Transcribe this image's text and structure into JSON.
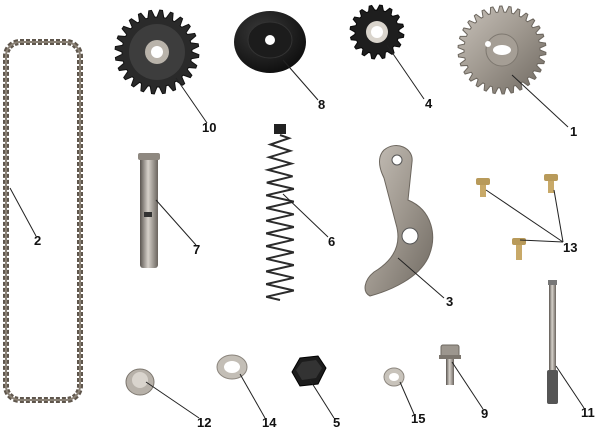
{
  "callouts": [
    {
      "id": "1",
      "part": "cam-sprocket"
    },
    {
      "id": "2",
      "part": "timing-chain"
    },
    {
      "id": "3",
      "part": "chain-tensioner-arm"
    },
    {
      "id": "4",
      "part": "small-guide-roller"
    },
    {
      "id": "5",
      "part": "hex-cap-nut"
    },
    {
      "id": "6",
      "part": "tensioner-spring"
    },
    {
      "id": "7",
      "part": "tensioner-pivot-pin"
    },
    {
      "id": "8",
      "part": "guide-roller"
    },
    {
      "id": "9",
      "part": "flange-bolt"
    },
    {
      "id": "10",
      "part": "crank-sprocket"
    },
    {
      "id": "11",
      "part": "push-rod"
    },
    {
      "id": "12",
      "part": "sealing-washer"
    },
    {
      "id": "13",
      "part": "screws"
    },
    {
      "id": "14",
      "part": "flat-washer"
    },
    {
      "id": "15",
      "part": "small-washer"
    }
  ],
  "labels": {
    "n1": "1",
    "n2": "2",
    "n3": "3",
    "n4": "4",
    "n5": "5",
    "n6": "6",
    "n7": "7",
    "n8": "8",
    "n9": "9",
    "n10": "10",
    "n11": "11",
    "n12": "12",
    "n13": "13",
    "n14": "14",
    "n15": "15"
  },
  "colors": {
    "background": "#ffffff",
    "metal": "#9a948c",
    "dark": "#1a1a1a",
    "chain": "#6b6258"
  }
}
